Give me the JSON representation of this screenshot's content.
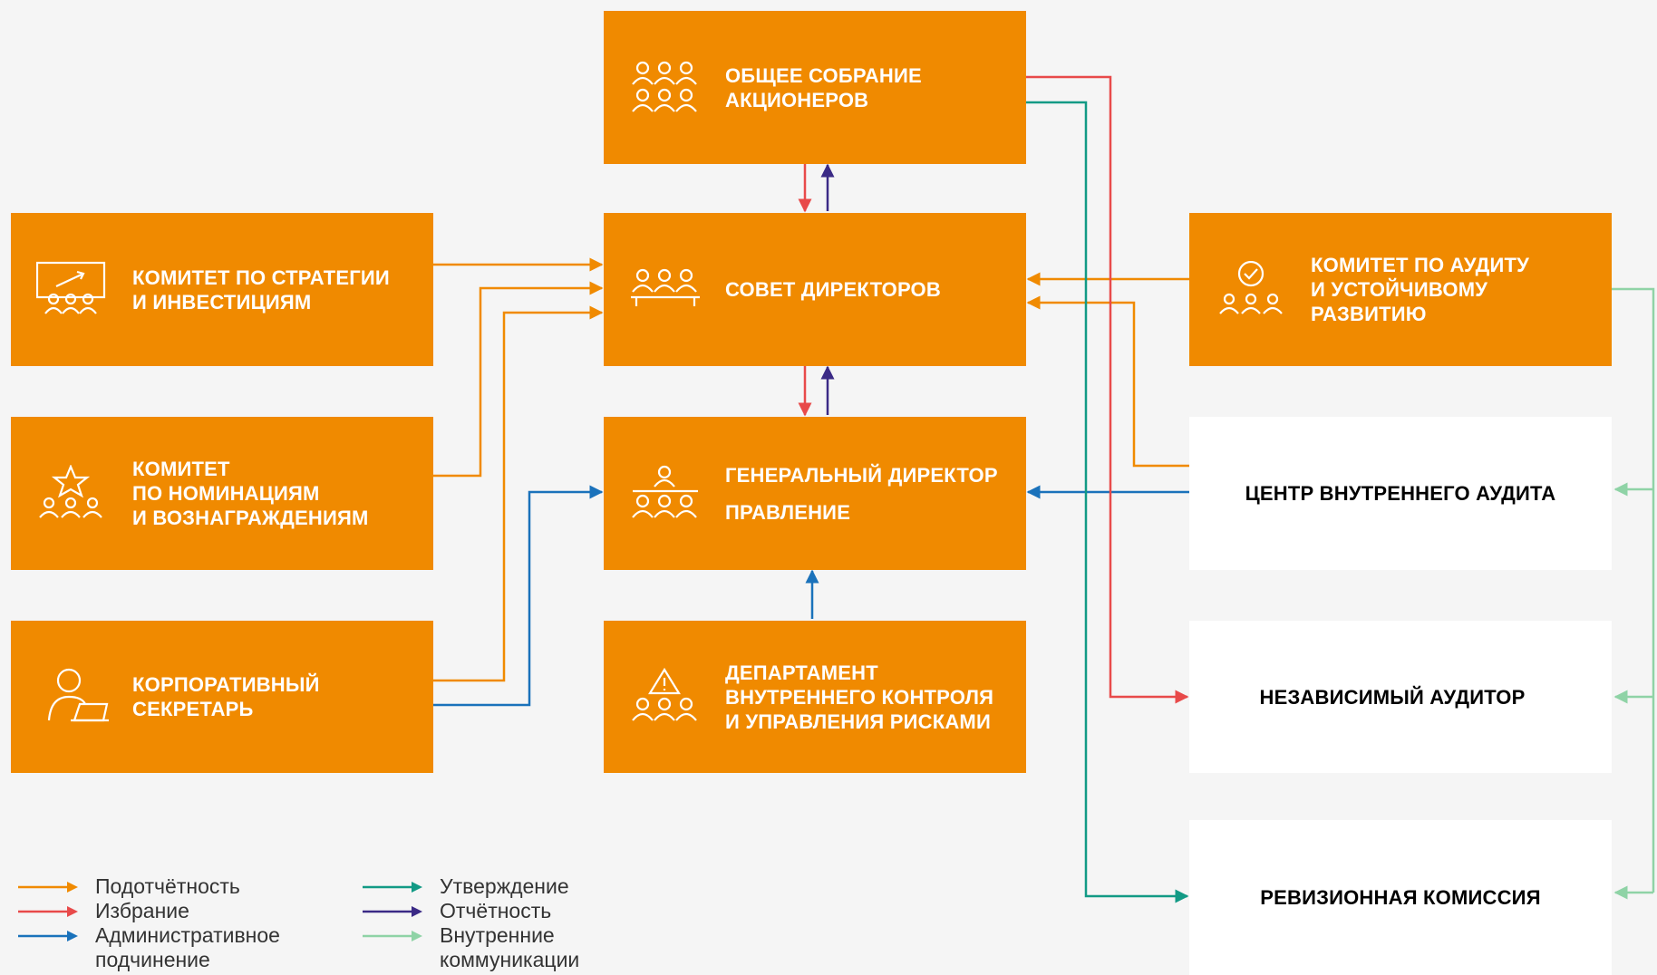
{
  "nodes": {
    "shareholders": {
      "lines": [
        "ОБЩЕЕ СОБРАНИЕ",
        "АКЦИОНЕРОВ"
      ],
      "icon": "people-group-icon"
    },
    "board": {
      "lines": [
        "СОВЕТ ДИРЕКТОРОВ"
      ],
      "icon": "board-table-icon"
    },
    "ceo": {
      "lines": [
        "ГЕНЕРАЛЬНЫЙ ДИРЕКТОР",
        "ПРАВЛЕНИЕ"
      ],
      "icon": "leader-group-icon"
    },
    "risk_dept": {
      "lines": [
        "ДЕПАРТАМЕНТ",
        "ВНУТРЕННЕГО КОНТРОЛЯ",
        "И УПРАВЛЕНИЯ РИСКАМИ"
      ],
      "icon": "warning-group-icon"
    },
    "strategy": {
      "lines": [
        "КОМИТЕТ ПО СТРАТЕГИИ",
        "И ИНВЕСТИЦИЯМ"
      ],
      "icon": "presentation-chart-icon"
    },
    "nominations": {
      "lines": [
        "КОМИТЕТ",
        "ПО НОМИНАЦИЯМ",
        "И ВОЗНАГРАЖДЕНИЯМ"
      ],
      "icon": "star-group-icon"
    },
    "secretary": {
      "lines": [
        "КОРПОРАТИВНЫЙ",
        "СЕКРЕТАРЬ"
      ],
      "icon": "person-laptop-icon"
    },
    "audit_committee": {
      "lines": [
        "КОМИТЕТ ПО АУДИТУ",
        "И УСТОЙЧИВОМУ",
        "РАЗВИТИЮ"
      ],
      "icon": "check-group-icon"
    },
    "internal_audit": {
      "lines": [
        "ЦЕНТР ВНУТРЕННЕГО АУДИТА"
      ]
    },
    "independent_auditor": {
      "lines": [
        "НЕЗАВИСИМЫЙ АУДИТОР"
      ]
    },
    "revision": {
      "lines": [
        "РЕВИЗИОННАЯ КОМИССИЯ"
      ]
    }
  },
  "legend": [
    {
      "key": "accountability",
      "label": "Подотчётность"
    },
    {
      "key": "election",
      "label": "Избрание"
    },
    {
      "key": "admin",
      "label": "Административное подчинение"
    },
    {
      "key": "approval",
      "label": "Утверждение"
    },
    {
      "key": "reporting",
      "label": "Отчётность"
    },
    {
      "key": "internal",
      "label": "Внутренние коммуникации"
    }
  ],
  "colors": {
    "box": "#f08a00",
    "accountability": "#f08a00",
    "election": "#e84a4a",
    "admin": "#1a72bb",
    "approval": "#129a85",
    "reporting": "#3b2a86",
    "internal": "#8fd3a6"
  }
}
